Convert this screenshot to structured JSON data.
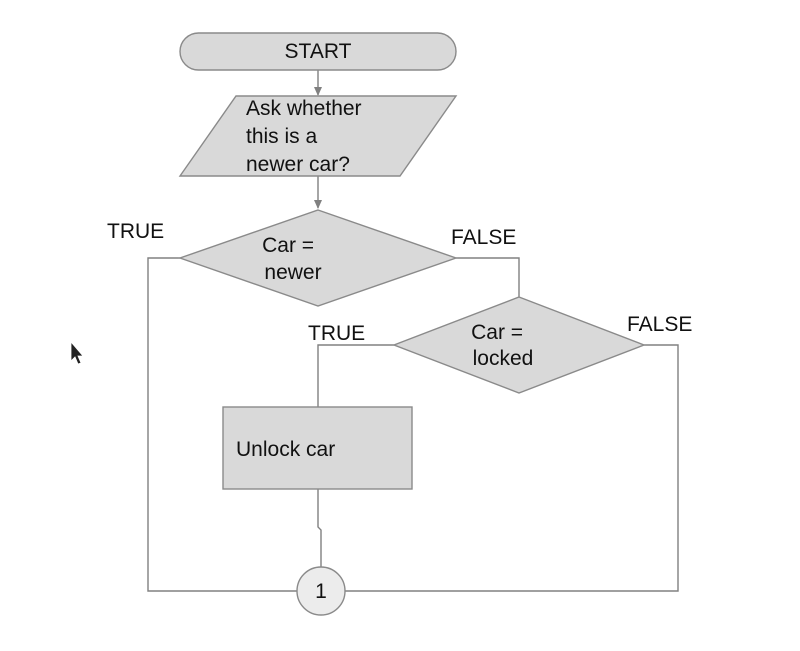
{
  "nodes": {
    "start": {
      "label": "START"
    },
    "ask": {
      "lines": [
        "Ask whether",
        "this is a",
        "newer car?"
      ]
    },
    "decision_newer": {
      "lines": [
        "Car =",
        "newer"
      ]
    },
    "decision_locked": {
      "lines": [
        "Car =",
        "locked"
      ]
    },
    "unlock": {
      "label": "Unlock car"
    },
    "connector": {
      "label": "1"
    }
  },
  "edges": {
    "newer_true": "TRUE",
    "newer_false": "FALSE",
    "locked_true": "TRUE",
    "locked_false": "FALSE"
  },
  "colors": {
    "shape_fill": "#d9d9d9",
    "shape_stroke": "#8a8a8a",
    "connector_fill": "#ececec",
    "line": "#808080",
    "text": "#111111"
  },
  "icons": {
    "cursor": "mouse-pointer-icon"
  }
}
